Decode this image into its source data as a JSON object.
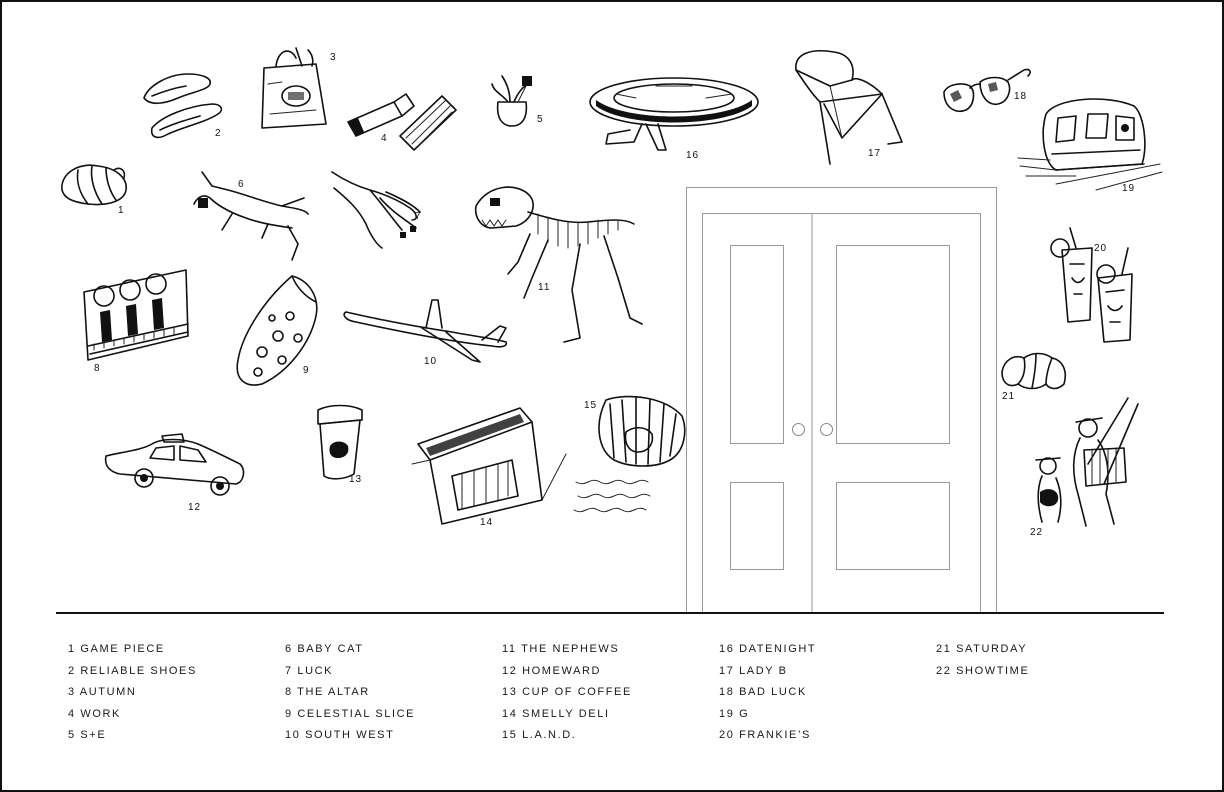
{
  "illustrations": [
    {
      "num": "1",
      "icon": "seashell-icon"
    },
    {
      "num": "2",
      "icon": "shoes-icon"
    },
    {
      "num": "3",
      "icon": "grocery-bag-icon"
    },
    {
      "num": "4",
      "icon": "lipstick-icon"
    },
    {
      "num": "5",
      "icon": "potted-plant-icon"
    },
    {
      "num": "6",
      "icon": "cat-icon"
    },
    {
      "num": "7",
      "icon": "hand-icon"
    },
    {
      "num": "8",
      "icon": "church-facade-icon"
    },
    {
      "num": "9",
      "icon": "pizza-slice-icon"
    },
    {
      "num": "10",
      "icon": "airplane-icon"
    },
    {
      "num": "11",
      "icon": "dinosaur-skeleton-icon"
    },
    {
      "num": "12",
      "icon": "taxi-icon"
    },
    {
      "num": "13",
      "icon": "coffee-cup-icon"
    },
    {
      "num": "14",
      "icon": "deli-storefront-icon"
    },
    {
      "num": "15",
      "icon": "portrait-icon"
    },
    {
      "num": "16",
      "icon": "starship-icon"
    },
    {
      "num": "17",
      "icon": "chair-icon"
    },
    {
      "num": "18",
      "icon": "sunglasses-icon"
    },
    {
      "num": "19",
      "icon": "subway-train-icon"
    },
    {
      "num": "20",
      "icon": "tiki-drinks-icon"
    },
    {
      "num": "21",
      "icon": "croissant-icon"
    },
    {
      "num": "22",
      "icon": "musicians-icon"
    }
  ],
  "legend": [
    [
      "1 GAME PIECE",
      "2 RELIABLE SHOES",
      "3 AUTUMN",
      "4 WORK",
      "5 S+E"
    ],
    [
      "6 BABY CAT",
      "7 LUCK",
      "8 THE ALTAR",
      "9 CELESTIAL SLICE",
      "10 SOUTH WEST"
    ],
    [
      "11 THE NEPHEWS",
      "12 HOMEWARD",
      "13 CUP OF COFFEE",
      "14 SMELLY DELI",
      "15 L.A.N.D."
    ],
    [
      "16 DATENIGHT",
      "17 LADY B",
      "18 BAD LUCK",
      "19 G",
      "20 FRANKIE’S"
    ],
    [
      "21 SATURDAY",
      "22 SHOWTIME"
    ]
  ],
  "colors": {
    "ink": "#111111",
    "door_line": "#9a9a9a",
    "background": "#ffffff"
  }
}
